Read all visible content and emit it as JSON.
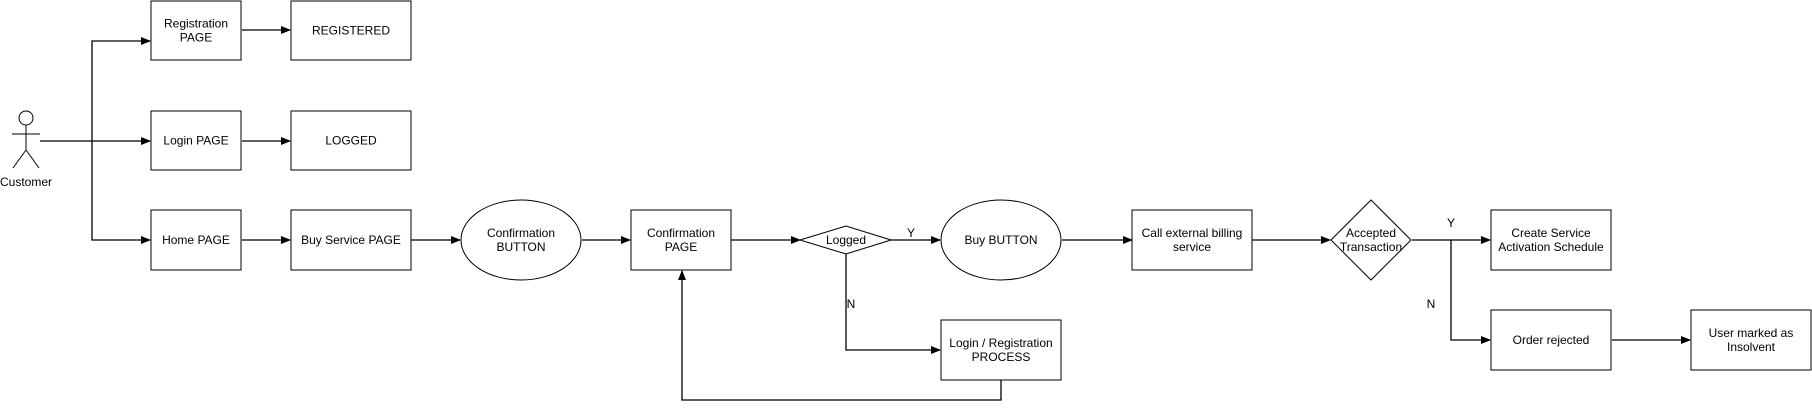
{
  "actor": {
    "label": "Customer"
  },
  "nodes": {
    "registration_page": [
      "Registration",
      "PAGE"
    ],
    "registered": [
      "REGISTERED"
    ],
    "login_page": [
      "Login PAGE"
    ],
    "logged_state": [
      "LOGGED"
    ],
    "home_page": [
      "Home PAGE"
    ],
    "buy_service_page": [
      "Buy Service PAGE"
    ],
    "confirmation_button": [
      "Confirmation",
      "BUTTON"
    ],
    "confirmation_page": [
      "Confirmation",
      "PAGE"
    ],
    "logged_decision": [
      "Logged"
    ],
    "buy_button": [
      "Buy BUTTON"
    ],
    "call_billing": [
      "Call external billing",
      "service"
    ],
    "accepted_transaction": [
      "Accepted",
      "Transaction"
    ],
    "create_schedule": [
      "Create Service",
      "Activation Schedule"
    ],
    "order_rejected": [
      "Order rejected"
    ],
    "user_insolvent": [
      "User marked as",
      "Insolvent"
    ],
    "login_registration_process": [
      "Login / Registration",
      "PROCESS"
    ]
  },
  "edge_labels": {
    "logged_yes": "Y",
    "logged_no": "N",
    "accepted_yes": "Y",
    "accepted_no": "N"
  }
}
